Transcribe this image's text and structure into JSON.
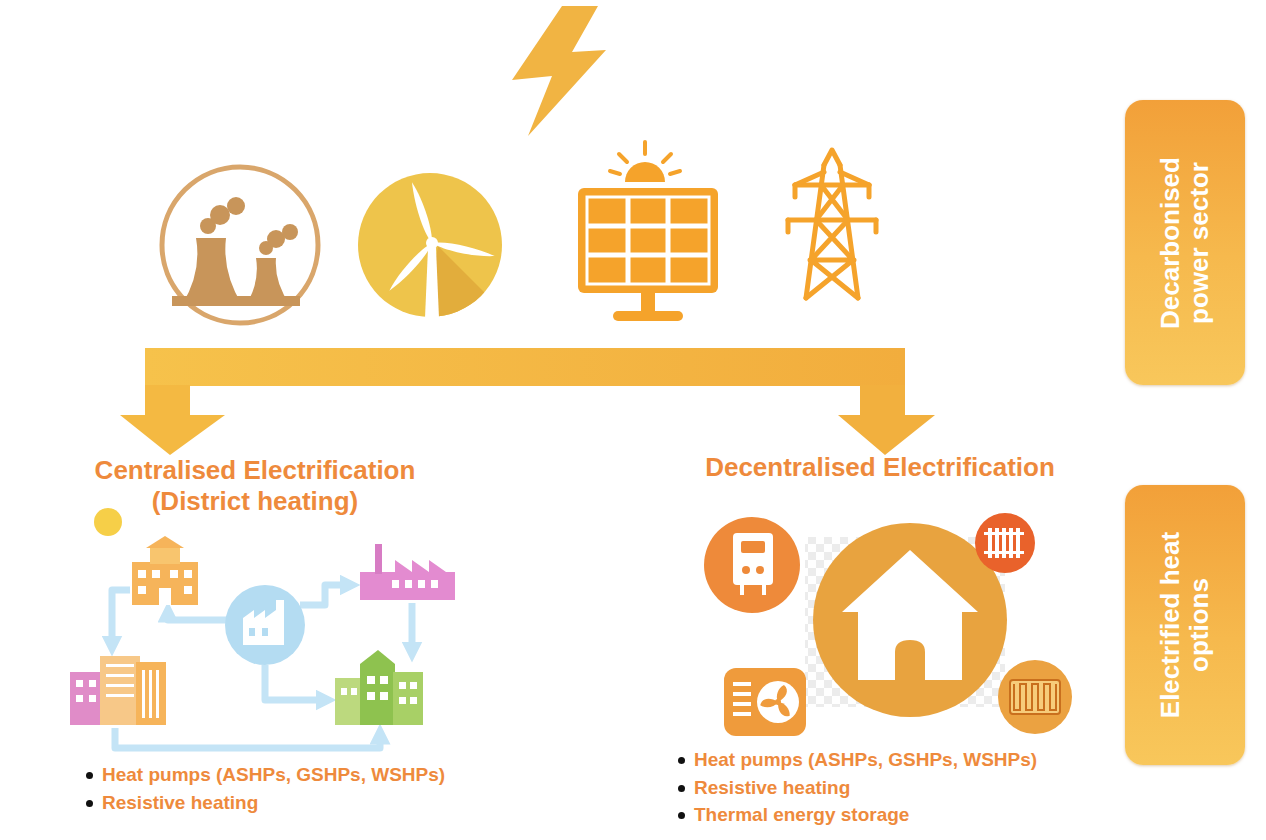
{
  "diagram": {
    "nodes": [
      {
        "text": [
          "Decarbonised power sector"
        ]
      },
      {
        "text": [
          "Electrified heat options"
        ]
      }
    ],
    "labels": [
      "Centralised Electrification (District heating)",
      "Decentralised Electrification",
      "Heat pumps (ASHPs, GSHPs, WSHPs)",
      "Resistive heating",
      "Heat pumps (ASHPs, GSHPs, WSHPs)",
      "Resistive heating",
      "Thermal energy storage"
    ]
  }
}
